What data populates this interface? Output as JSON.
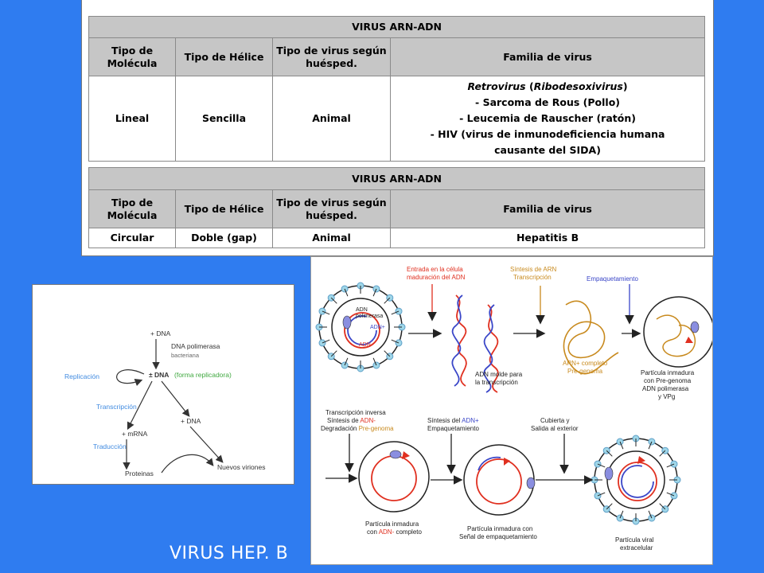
{
  "table1": {
    "title": "VIRUS ARN-ADN",
    "headers": [
      "Tipo de Molécula",
      "Tipo de Hélice",
      "Tipo de virus según huésped.",
      "Familia de virus"
    ],
    "row": [
      "Lineal",
      "Sencilla",
      "Animal"
    ],
    "family": {
      "line1_a": "Retrovirus",
      "line1_b": " (",
      "line1_c": "Ribodesoxivirus",
      "line1_d": ")",
      "line2": "- Sarcoma de Rous (Pollo)",
      "line3": "- Leucemia de Rauscher (ratón)",
      "line4": "- HIV (virus de inmunodeficiencia humana",
      "line5": "causante del SIDA)"
    }
  },
  "table2": {
    "title": "VIRUS ARN-ADN",
    "headers": [
      "Tipo de Molécula",
      "Tipo de Hélice",
      "Tipo de virus según huésped.",
      "Familia de virus"
    ],
    "row": [
      "Circular",
      "Doble (gap)",
      "Animal",
      "Hepatitis B"
    ]
  },
  "replication": {
    "dna_top": "+ DNA",
    "polimerasa": "DNA polimerasa",
    "bacteriana": "bacteriana",
    "replicacion": "Replicación",
    "center_dna": "± DNA",
    "forma": "(forma replicadora)",
    "transcripcion": "Transcripción",
    "dna_right": "+ DNA",
    "mrna": "+ mRNA",
    "traduccion": "Traducción",
    "proteinas": "Proteinas",
    "viriones": "Nuevos viriones"
  },
  "cycle": {
    "entrada_1": "Entrada en la célula",
    "entrada_2": "maduración del ADN",
    "sintesis_arn_1": "Síntesis de ARN",
    "sintesis_arn_2": "Transcripción",
    "empaquetamiento": "Empaquetamiento",
    "adn_label": "ADN",
    "polimerasa_label": "polimerasa",
    "adn_plus": "ADN+",
    "adn_minus": "ADN-",
    "molde_1": "ADN molde para",
    "molde_2": "la transcripción",
    "arn_completo_1": "ARN+ completo",
    "arn_completo_2": "Pre-genoma",
    "inmadura_1": "Partícula inmadura",
    "inmadura_2": "con Pre-genoma",
    "inmadura_3": "ADN polimerasa",
    "inmadura_4": "y VPg",
    "inversa_1": "Transcripción inversa",
    "inversa_2a": "Síntesis de ",
    "inversa_2b": "ADN-",
    "inversa_3a": "Degradación ",
    "inversa_3b": "Pre-genoma",
    "sintesis_adn_1a": "Síntesis del ",
    "sintesis_adn_1b": "ADN+",
    "sintesis_adn_2": "Empaquetamiento",
    "cubierta_1": "Cubierta y",
    "cubierta_2": "Salida al exterior",
    "bottom1_1": "Partícula inmadura",
    "bottom1_2a": "con ",
    "bottom1_2b": "ADN-",
    "bottom1_2c": " completo",
    "bottom2_1": "Partícula inmadura con",
    "bottom2_2": "Señal de empaquetamiento",
    "bottom3_1": "Partícula viral",
    "bottom3_2": "extracelular"
  },
  "footer": {
    "title": "VIRUS HEP. B"
  },
  "colors": {
    "background": "#2f7cf0",
    "rna": "#c88a1e",
    "dna_plus": "#3a46c8",
    "dna_minus": "#e03020",
    "label_red": "#e03020",
    "label_blue": "#3a46c8",
    "label_orange": "#c88a1e",
    "rep_blue": "#3f8ae0",
    "rep_green": "#3fa83f"
  }
}
